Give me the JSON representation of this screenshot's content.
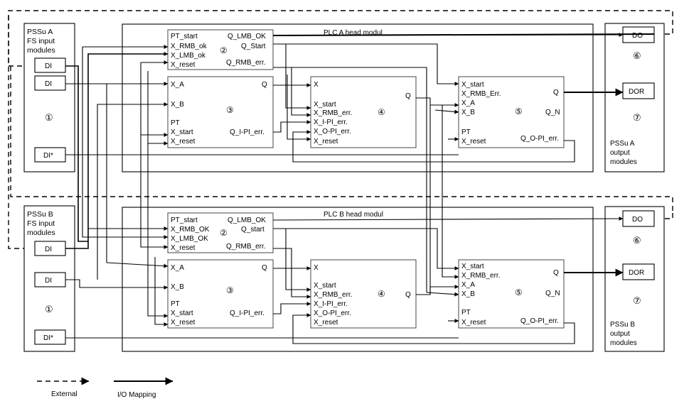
{
  "plc_a": {
    "title": "PLC A head modul"
  },
  "plc_b": {
    "title": "PLC B head modul"
  },
  "input_a": {
    "lines": [
      "PSSu A",
      "FS input",
      "modules"
    ],
    "di1": "DI",
    "di2": "DI",
    "di3": "DI*",
    "marker": "①"
  },
  "input_b": {
    "lines": [
      "PSSu B",
      "FS input",
      "modules"
    ],
    "di1": "DI",
    "di2": "DI",
    "di3": "DI*",
    "marker": "①"
  },
  "output_a": {
    "do": "DO",
    "dor": "DOR",
    "marker_do": "⑥",
    "marker_dor": "⑦",
    "lines": [
      "PSSu A",
      "output",
      "modules"
    ]
  },
  "output_b": {
    "do": "DO",
    "dor": "DOR",
    "marker_do": "⑥",
    "marker_dor": "⑦",
    "lines": [
      "PSSu B",
      "output",
      "modules"
    ]
  },
  "block2": {
    "marker": "②",
    "in_ports": [
      "PT_start",
      "X_RMB_ok",
      "X_LMB_ok",
      "X_reset"
    ],
    "out_ports": [
      "Q_LMB_OK",
      "Q_Start",
      "Q_RMB_err."
    ]
  },
  "block2_b": {
    "marker": "②",
    "in_ports": [
      "PT_start",
      "X_RMB_OK",
      "X_LMB_OK",
      "X_reset"
    ],
    "out_ports": [
      "Q_LMB_OK",
      "Q_start",
      "Q_RMB_err."
    ]
  },
  "block3": {
    "marker": "③",
    "in_ports": [
      "X_A",
      "X_B",
      "PT",
      "X_start",
      "X_reset"
    ],
    "out_ports": [
      "Q",
      "Q_I-PI_err."
    ]
  },
  "block4": {
    "marker": "④",
    "in_ports": [
      "X",
      "X_start",
      "X_RMB_err.",
      "X_I-PI_err.",
      "X_O-PI_err.",
      "X_reset"
    ],
    "out_ports": [
      "Q"
    ]
  },
  "block5_a": {
    "marker": "⑤",
    "in_ports": [
      "X_start",
      "X_RMB_Err.",
      "X_A",
      "X_B",
      "PT",
      "X_reset"
    ],
    "out_ports": [
      "Q",
      "Q_N",
      "Q_O-PI_err."
    ]
  },
  "block5_b": {
    "marker": "⑤",
    "in_ports": [
      "X_start",
      "X_RMB_err.",
      "X_A",
      "X_B",
      "PT",
      "X_reset"
    ],
    "out_ports": [
      "Q",
      "Q_N",
      "Q_O-PI_err."
    ]
  },
  "legend": {
    "external": "External",
    "io_mapping": "I/O Mapping"
  }
}
